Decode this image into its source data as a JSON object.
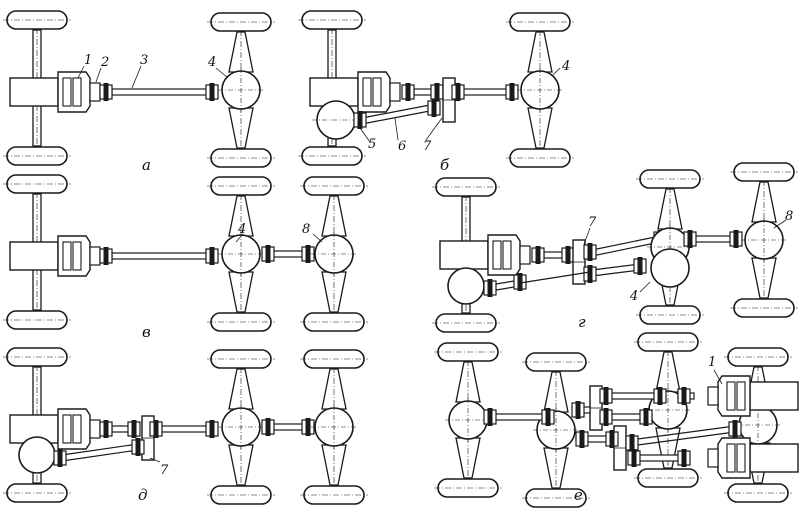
{
  "diagram": {
    "colors": {
      "ink": "#1a1a1a",
      "paper": "#ffffff"
    },
    "panels": {
      "a": {
        "caption": "а",
        "labels": [
          "1",
          "2",
          "3",
          "4"
        ]
      },
      "b": {
        "caption": "б",
        "labels": [
          "4",
          "5",
          "6",
          "7"
        ]
      },
      "v": {
        "caption": "в",
        "labels": [
          "4",
          "8"
        ]
      },
      "g": {
        "caption": "г",
        "labels": [
          "7",
          "8",
          "4"
        ]
      },
      "d": {
        "caption": "д",
        "labels": [
          "7"
        ]
      },
      "e": {
        "caption": "е",
        "labels": [
          "1"
        ]
      }
    }
  }
}
